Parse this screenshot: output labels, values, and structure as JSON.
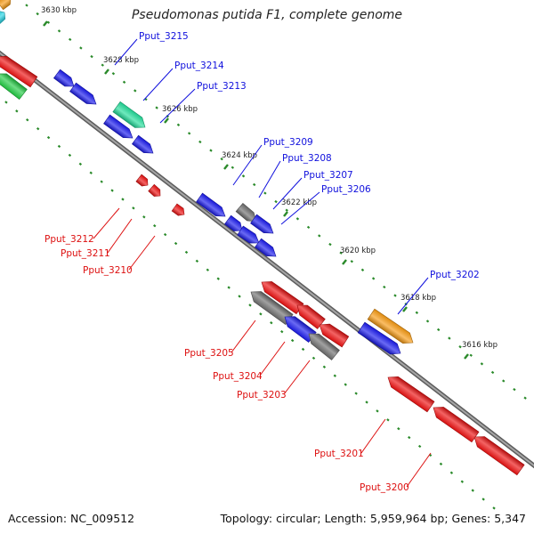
{
  "title": "Pseudomonas putida F1, complete genome",
  "footer": {
    "accession": "Accession: NC_009512",
    "summary": "Topology: circular; Length: 5,959,964 bp; Genes: 5,347"
  },
  "colors": {
    "backbone": "#8a8a8a",
    "tick": "#2a8a2a",
    "plus_label": "#1010dd",
    "minus_label": "#dd1010",
    "blue": "#1a1aee",
    "red": "#ee1111",
    "gray": "#6e6e6e",
    "orange": "#f79a12",
    "teal": "#22dd9a",
    "green": "#22cc44",
    "cyan": "#26d6e6"
  },
  "scale_ticks": [
    "3630 kbp",
    "3628 kbp",
    "3626 kbp",
    "3624 kbp",
    "3622 kbp",
    "3620 kbp",
    "3618 kbp",
    "3616 kbp"
  ],
  "genes_plus": [
    "Pput_3215",
    "Pput_3214",
    "Pput_3213",
    "Pput_3209",
    "Pput_3208",
    "Pput_3207",
    "Pput_3206",
    "Pput_3202"
  ],
  "genes_minus": [
    "Pput_3212",
    "Pput_3211",
    "Pput_3210",
    "Pput_3205",
    "Pput_3204",
    "Pput_3203",
    "Pput_3201",
    "Pput_3200"
  ]
}
